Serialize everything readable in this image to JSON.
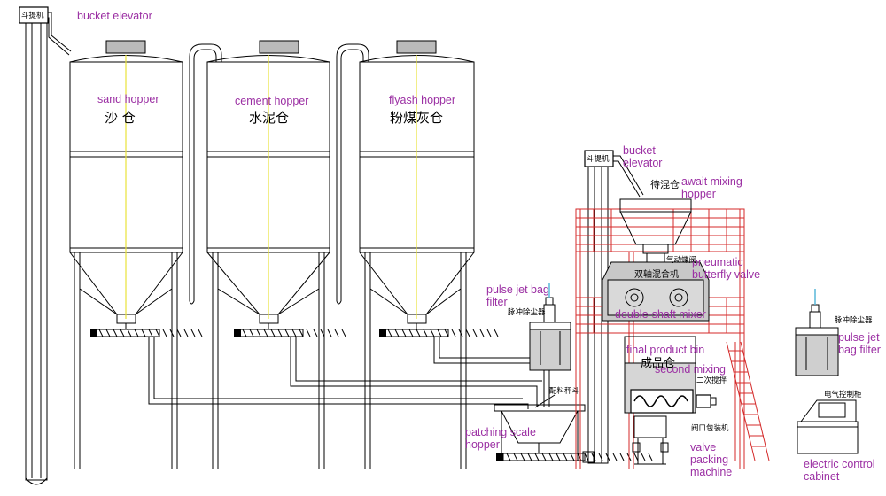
{
  "labels": {
    "bucket_elevator_1": "bucket elevator",
    "sand_hopper": "sand hopper",
    "cement_hopper": "cement hopper",
    "flyash_hopper": "flyash hopper",
    "bucket_elevator_2_line1": "bucket",
    "bucket_elevator_2_line2": "elevator",
    "await_mixing_line1": "await mixing",
    "await_mixing_line2": "hopper",
    "pneumatic_line1": "pneumatic",
    "pneumatic_line2": "butterfly valve",
    "pulse_jet_left_line1": "pulse jet bag",
    "pulse_jet_left_line2": "filter",
    "double_shaft_mixer": "double-shaft mixer",
    "final_product_bin": "final product bin",
    "second_mixing": "second mixing",
    "pulse_jet_right_line1": "pulse jet",
    "pulse_jet_right_line2": "bag filter",
    "patching_scale_line1": "patching scale",
    "patching_scale_line2": "hopper",
    "valve_packing_line1": "valve",
    "valve_packing_line2": "packing",
    "valve_packing_line3": "machine",
    "electric_control_line1": "electric control",
    "electric_control_line2": "cabinet"
  },
  "chinese": {
    "elevator_1": "斗提机",
    "sand": "沙 仓",
    "cement": "水泥仓",
    "flyash": "粉煤灰仓",
    "elevator_2": "斗提机",
    "await": "待混仓",
    "pneumatic": "气动蝶阀",
    "mixer": "双轴混合机",
    "pulse_left": "脉冲除尘器",
    "final_bin": "成品仓",
    "second_mix": "二次搅拌",
    "scale": "配料秤斗",
    "packing": "阀口包装机",
    "pulse_right": "脉冲除尘器",
    "control": "电气控制柜"
  }
}
